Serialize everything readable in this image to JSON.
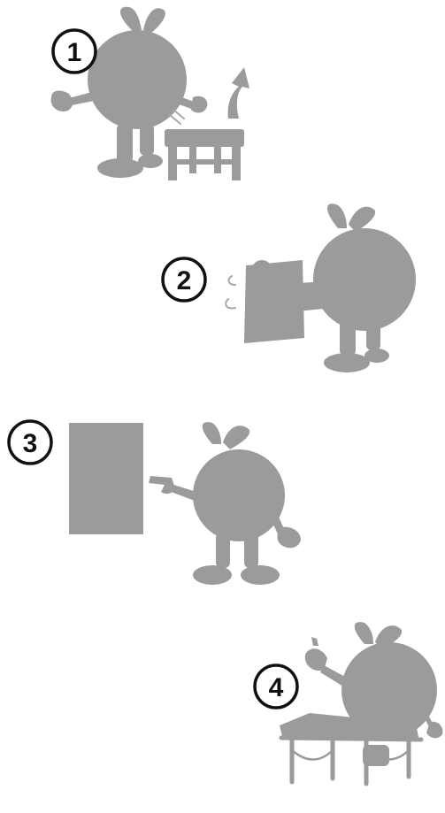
{
  "colors": {
    "silhouette": "#9b9b9b",
    "background": "#ffffff",
    "badge_outline": "#111111"
  },
  "steps": [
    {
      "number": "1"
    },
    {
      "number": "2"
    },
    {
      "number": "3"
    },
    {
      "number": "4"
    }
  ]
}
